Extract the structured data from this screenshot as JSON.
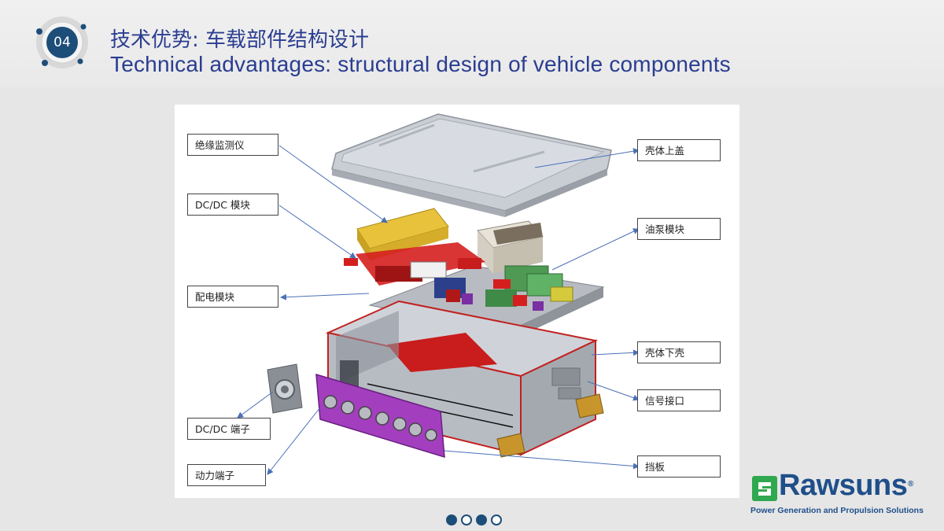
{
  "header": {
    "badge_number": "04",
    "title_cn": "技术优势: 车载部件结构设计",
    "title_en": "Technical advantages: structural design of vehicle components"
  },
  "diagram": {
    "labels": {
      "insulation_monitor": "绝缘监测仪",
      "dcdc_module": "DC/DC 模块",
      "power_distribution_module": "配电模块",
      "dcdc_terminal": "DC/DC 端子",
      "power_terminal": "动力端子",
      "housing_top_cover": "壳体上盖",
      "oil_pump_module": "油泵模块",
      "housing_bottom_shell": "壳体下壳",
      "signal_interface": "信号接口",
      "baffle_plate": "挡板"
    }
  },
  "pager": {
    "active_index": 3,
    "count": 4
  },
  "brand": {
    "name": "Rawsuns",
    "registered": "®",
    "tagline": "Power Generation and Propulsion Solutions",
    "color": "#1f4f8a",
    "accent_green": "#2fa84f"
  },
  "colors": {
    "title": "#2a3d90",
    "badge": "#1d4e79",
    "dot": "#1d4e79",
    "background": "#e6e6e6"
  }
}
